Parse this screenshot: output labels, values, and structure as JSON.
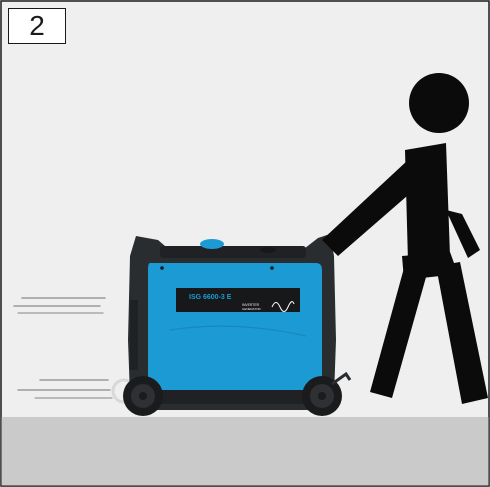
{
  "step": {
    "number": "2"
  },
  "illustration": {
    "model_label": "ISG 6600-3 E",
    "badge_label": "INVERTER",
    "badge_sublabel": "GENERATOR",
    "colors": {
      "background": "#efefef",
      "floor": "#cacaca",
      "generator_body": "#1c9ad3",
      "generator_frame": "#2a2d30",
      "figure": "#0b0b0b"
    },
    "icons": [
      "person-pushing-figure",
      "generator",
      "wheel",
      "motion-lines",
      "sine-wave-icon"
    ]
  }
}
